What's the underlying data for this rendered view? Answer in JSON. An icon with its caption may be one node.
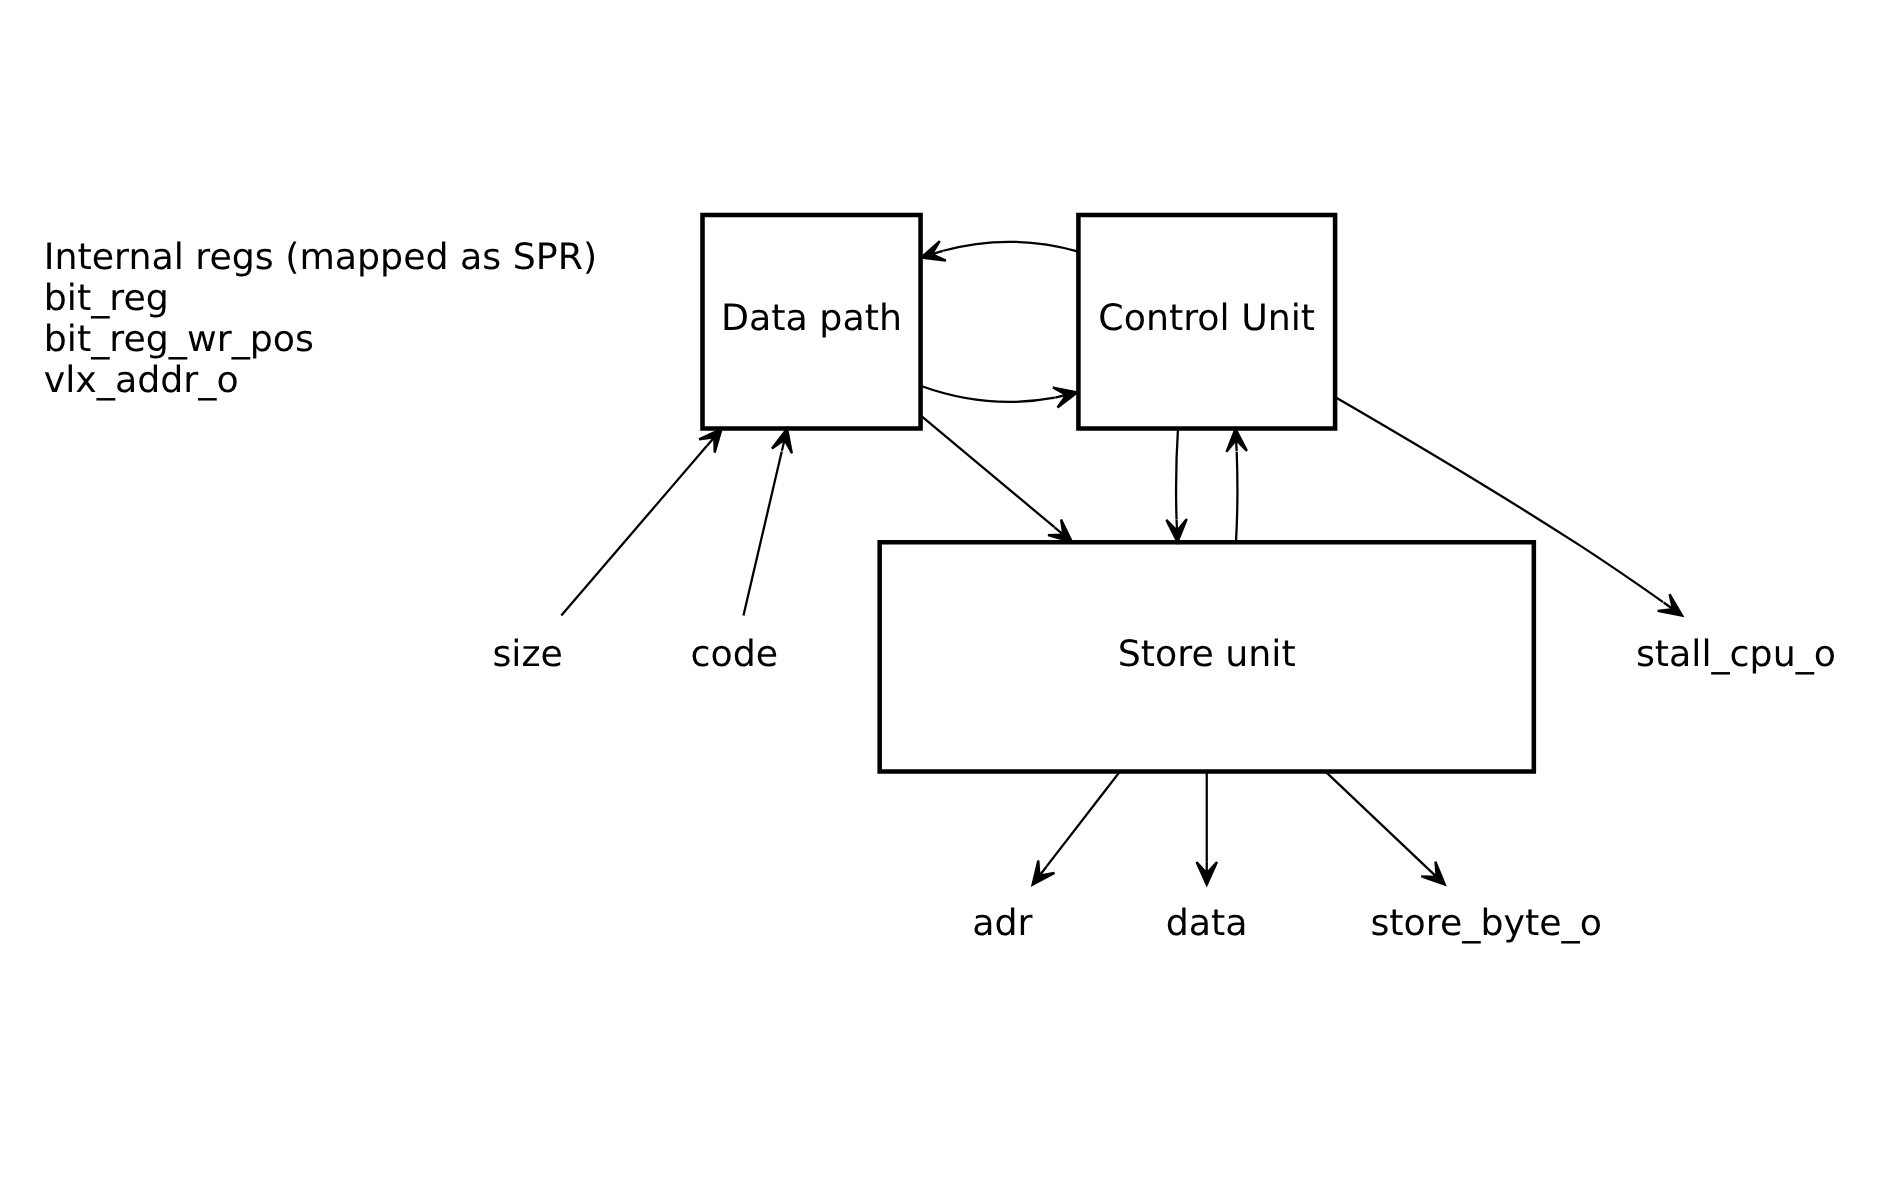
{
  "diagram": {
    "nodes": [
      {
        "text": [
          "size"
        ]
      },
      {
        "text": [
          "code"
        ]
      },
      {
        "text": [
          "Data path"
        ]
      },
      {
        "text": [
          "Control Unit"
        ]
      },
      {
        "text": [
          "stall_cpu_o"
        ]
      },
      {
        "text": [
          "Store unit"
        ]
      },
      {
        "text": [
          "adr"
        ]
      },
      {
        "text": [
          "data"
        ]
      },
      {
        "text": [
          "store_byte_o"
        ]
      }
    ],
    "edges": [
      {
        "from": 0,
        "to": 2,
        "arrow": "to"
      },
      {
        "from": 1,
        "to": 2,
        "arrow": "to"
      },
      {
        "from": 2,
        "to": 3,
        "arrow": "to"
      },
      {
        "from": 3,
        "to": 2,
        "arrow": "to"
      },
      {
        "from": 3,
        "to": 4,
        "arrow": "to"
      },
      {
        "from": 2,
        "to": 5,
        "arrow": "to"
      },
      {
        "from": 3,
        "to": 5,
        "arrow": "to"
      },
      {
        "from": 5,
        "to": 3,
        "arrow": "to"
      },
      {
        "from": 5,
        "to": 6,
        "arrow": "to"
      },
      {
        "from": 5,
        "to": 7,
        "arrow": "to"
      },
      {
        "from": 5,
        "to": 8,
        "arrow": "to"
      }
    ],
    "labels": [
      "Internal regs (mapped as SPR)",
      "bit_reg",
      "bit_reg_wr_pos",
      "vlx_addr_o"
    ]
  }
}
